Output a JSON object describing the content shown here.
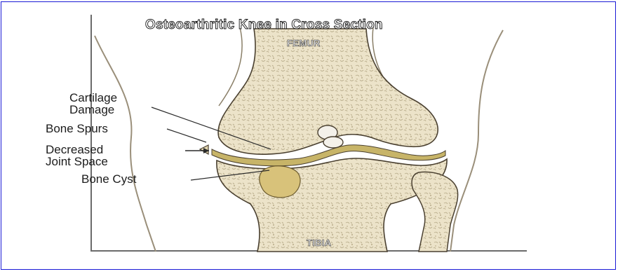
{
  "diagram": {
    "title": "Osteoarthritic Knee in Cross Section",
    "bones": {
      "femur": "FEMUR",
      "tibia": "TIBIA"
    },
    "callouts": {
      "cartilage_damage": [
        "Cartilage",
        "Damage"
      ],
      "bone_spurs": "Bone Spurs",
      "decreased_joint_space": [
        "Decreased",
        "Joint Space"
      ],
      "bone_cyst": "Bone Cyst"
    }
  },
  "colors": {
    "frame_border": "#1a1ad6",
    "bone_fill": "#ece3c9",
    "bone_texture": "#b9ad8c",
    "cartilage": "#c7b468",
    "cyst": "#d8c27a",
    "outline": "#4a4030"
  }
}
